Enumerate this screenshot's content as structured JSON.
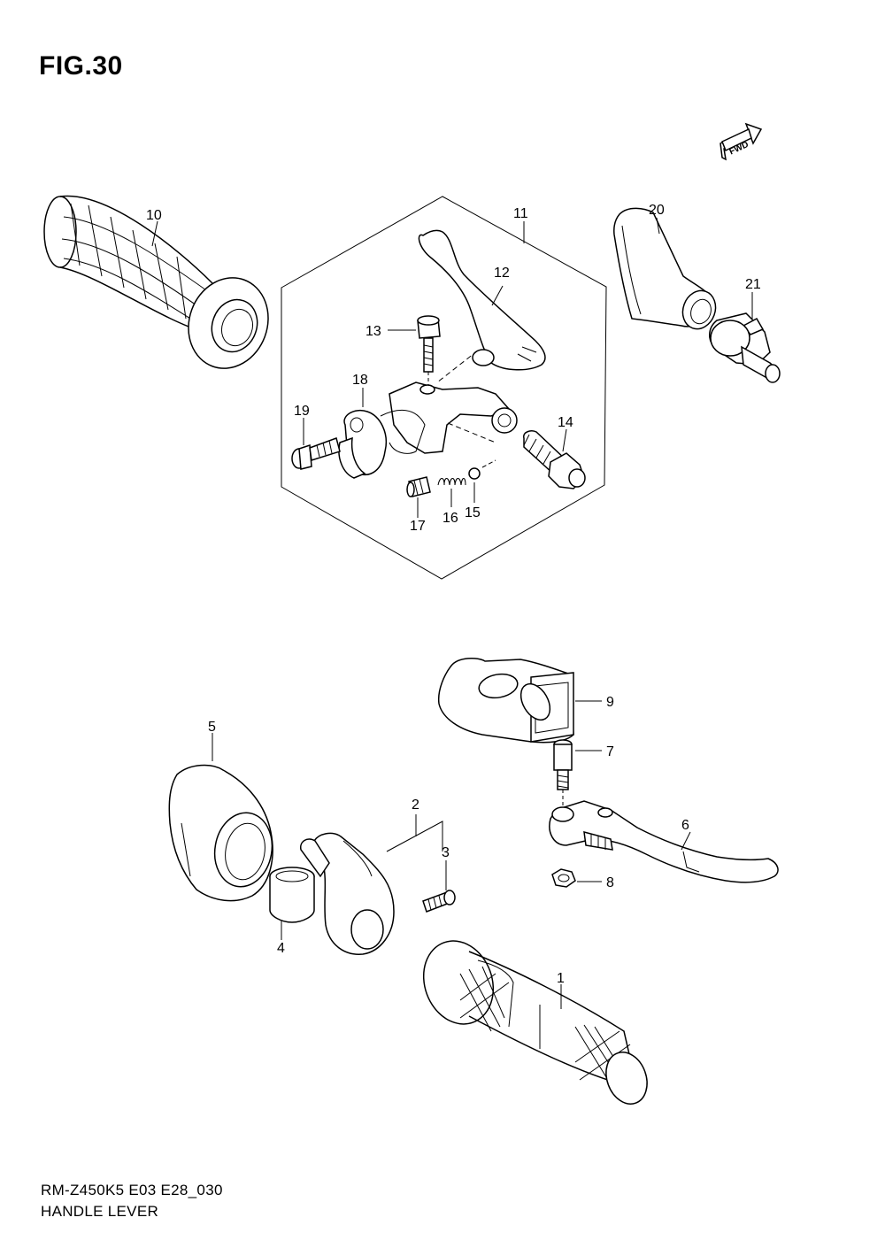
{
  "figure": {
    "title": "FIG.30",
    "direction_label": "FWD"
  },
  "footer": {
    "model_code": "RM-Z450K5 E03 E28_030",
    "section_name": "HANDLE LEVER"
  },
  "callouts": [
    "1",
    "2",
    "3",
    "4",
    "5",
    "6",
    "7",
    "8",
    "9",
    "10",
    "11",
    "12",
    "13",
    "14",
    "15",
    "16",
    "17",
    "18",
    "19",
    "20",
    "21"
  ],
  "icons": {
    "direction_arrow": "fwd-arrow-icon"
  }
}
